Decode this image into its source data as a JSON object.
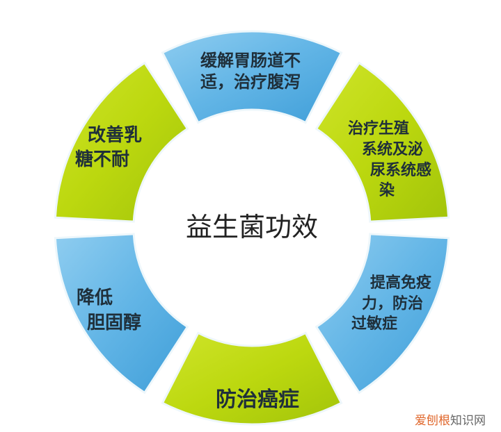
{
  "title": "益生菌功效",
  "colors": {
    "blue": "#6cbbe8",
    "blue_dark": "#3f9ed8",
    "green": "#bcd80f",
    "green_dark": "#9fc20a",
    "text": "#1f2f3a"
  },
  "segments": [
    {
      "name": "top",
      "color": "blue",
      "lines": [
        "缓解胃肠道不",
        "适，治疗腹泻"
      ]
    },
    {
      "name": "top-right",
      "color": "green",
      "lines": [
        "治疗生殖",
        "系统及泌",
        "尿系统感",
        "染"
      ]
    },
    {
      "name": "bottom-right",
      "color": "blue",
      "lines": [
        "提高免疫",
        "力，防治",
        "过敏症"
      ]
    },
    {
      "name": "bottom",
      "color": "green",
      "lines": [
        "防治癌症"
      ]
    },
    {
      "name": "bottom-left",
      "color": "blue",
      "lines": [
        "降低",
        "胆固醇"
      ]
    },
    {
      "name": "top-left",
      "color": "green",
      "lines": [
        "改善乳",
        "糖不耐"
      ]
    }
  ],
  "watermark": {
    "part1": "爱刨根",
    "part2": "知识网"
  }
}
